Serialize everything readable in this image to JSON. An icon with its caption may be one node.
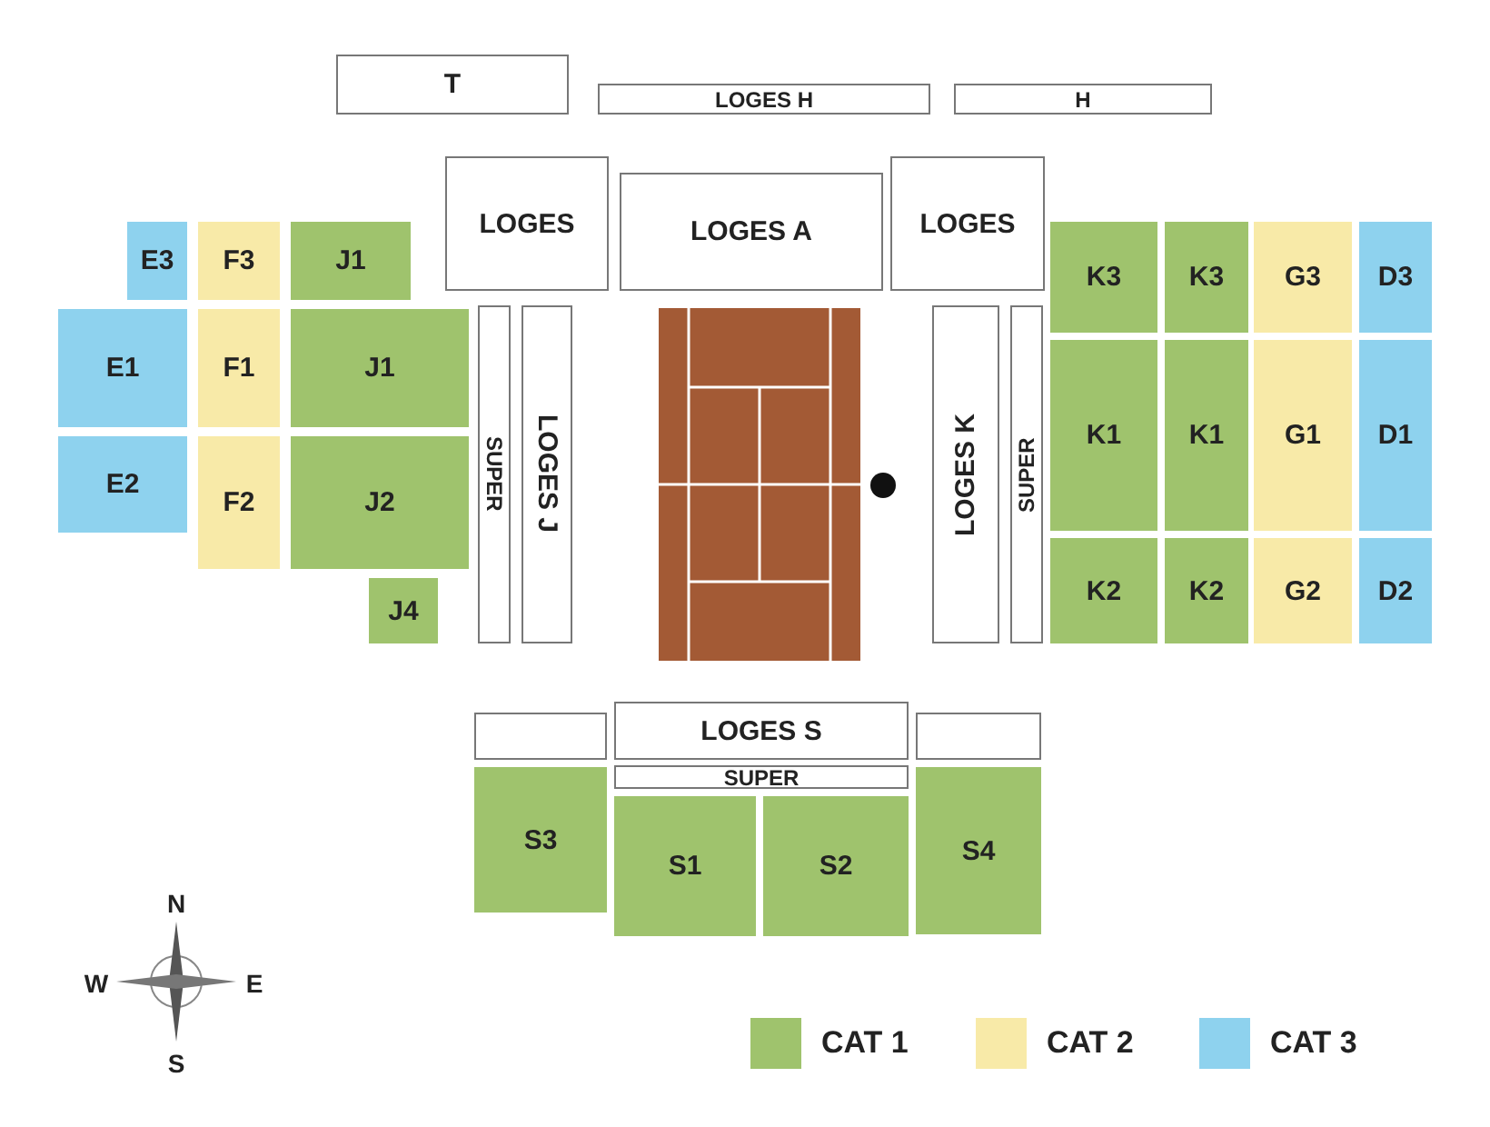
{
  "diagram": {
    "nodes": [
      {
        "text": [
          "T"
        ]
      },
      {
        "text": [
          "LOGES H"
        ]
      },
      {
        "text": [
          "H"
        ]
      },
      {
        "text": [
          "LOGES"
        ]
      },
      {
        "text": [
          "LOGES A"
        ]
      },
      {
        "text": [
          "LOGES"
        ]
      },
      {
        "text": [
          "E3"
        ]
      },
      {
        "text": [
          "F3"
        ]
      },
      {
        "text": [
          "J1"
        ]
      },
      {
        "text": [
          "K3"
        ]
      },
      {
        "text": [
          "K3"
        ]
      },
      {
        "text": [
          "G3"
        ]
      },
      {
        "text": [
          "D3"
        ]
      },
      {
        "text": [
          "E1"
        ]
      },
      {
        "text": [
          "F1"
        ]
      },
      {
        "text": [
          "J1"
        ]
      },
      {
        "text": [
          "SUPER"
        ]
      },
      {
        "text": [
          "LOGES J"
        ]
      },
      {
        "text": [
          "LOGES K"
        ]
      },
      {
        "text": [
          "SUPER"
        ]
      },
      {
        "text": [
          "K1"
        ]
      },
      {
        "text": [
          "K1"
        ]
      },
      {
        "text": [
          "G1"
        ]
      },
      {
        "text": [
          "D1"
        ]
      },
      {
        "text": [
          "E2"
        ]
      },
      {
        "text": [
          "F2"
        ]
      },
      {
        "text": [
          "J2"
        ]
      },
      {
        "text": [
          "K2"
        ]
      },
      {
        "text": [
          "K2"
        ]
      },
      {
        "text": [
          "G2"
        ]
      },
      {
        "text": [
          "D2"
        ]
      },
      {
        "text": [
          "J4"
        ]
      },
      {
        "text": [],
        "shape": "box"
      },
      {
        "text": [
          "LOGES S"
        ]
      },
      {
        "text": [],
        "shape": "box"
      },
      {
        "text": [
          "SUPER"
        ]
      },
      {
        "text": [
          "S3"
        ]
      },
      {
        "text": [
          "S1"
        ]
      },
      {
        "text": [
          "S2"
        ]
      },
      {
        "text": [
          "S4"
        ]
      }
    ],
    "labels": [
      "N",
      "W",
      "E",
      "S"
    ],
    "legend": [
      {
        "text": "CAT 1",
        "color": "#9fc36d"
      },
      {
        "text": "CAT 2",
        "color": "#f8eaa8"
      },
      {
        "text": "CAT 3",
        "color": "#8ed2ee"
      }
    ]
  }
}
